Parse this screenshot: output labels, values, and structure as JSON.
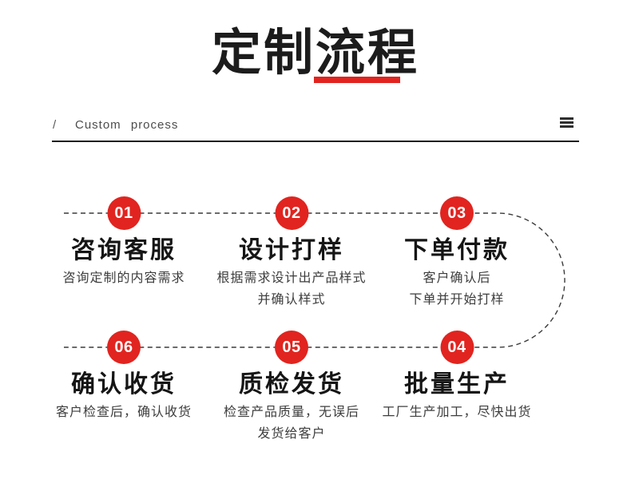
{
  "page": {
    "background_color": "#ffffff",
    "accent_color": "#e1241f",
    "text_color": "#1c1c1c"
  },
  "header": {
    "title": "定制流程",
    "subtitle_prefix": "/",
    "subtitle": "Custom process",
    "menu_icon": "hamburger-menu"
  },
  "steps": [
    {
      "num": "01",
      "title": "咨询客服",
      "desc": [
        "咨询定制的内容需求"
      ]
    },
    {
      "num": "02",
      "title": "设计打样",
      "desc": [
        "根据需求设计出产品样式",
        "并确认样式"
      ]
    },
    {
      "num": "03",
      "title": "下单付款",
      "desc": [
        "客户确认后",
        "下单并开始打样"
      ]
    },
    {
      "num": "04",
      "title": "批量生产",
      "desc": [
        "工厂生产加工，尽快出货"
      ]
    },
    {
      "num": "05",
      "title": "质检发货",
      "desc": [
        "检查产品质量，无误后",
        "发货给客户"
      ]
    },
    {
      "num": "06",
      "title": "确认收货",
      "desc": [
        "客户检查后，确认收货"
      ]
    }
  ]
}
